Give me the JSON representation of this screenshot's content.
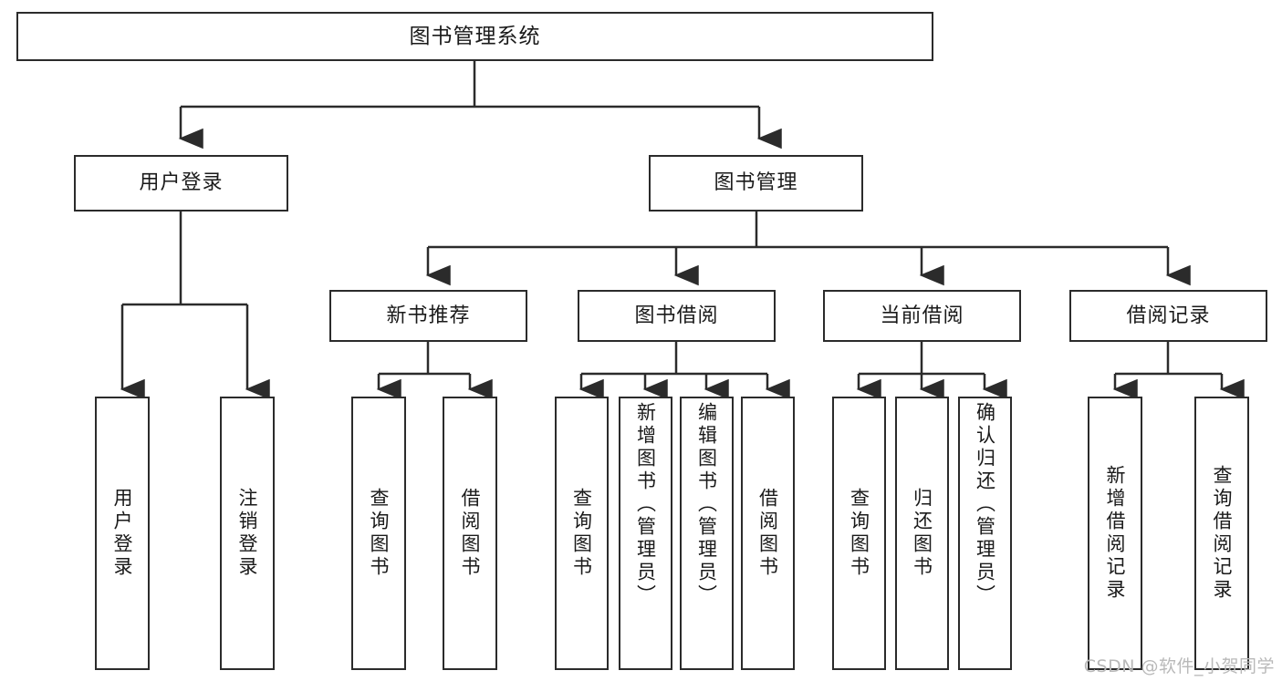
{
  "diagram": {
    "title": "图书管理系统",
    "watermark": "CSDN @软件_小贺同学",
    "line_color": "#2b2b2b",
    "box_fill": "#ffffff",
    "text_color": "#1a1a1a",
    "levels": {
      "root": {
        "label": "图书管理系统"
      },
      "level2": [
        {
          "label": "用户登录"
        },
        {
          "label": "图书管理"
        }
      ],
      "level3": [
        {
          "label": "新书推荐"
        },
        {
          "label": "图书借阅"
        },
        {
          "label": "当前借阅"
        },
        {
          "label": "借阅记录"
        }
      ],
      "leaves": {
        "user_login": [
          {
            "label": "用户登录"
          },
          {
            "label": "注销登录"
          }
        ],
        "new_book": [
          {
            "label": "查询图书"
          },
          {
            "label": "借阅图书"
          }
        ],
        "book_borrow": [
          {
            "label": "查询图书"
          },
          {
            "label": "新增图书（管理员）"
          },
          {
            "label": "编辑图书（管理员）"
          },
          {
            "label": "借阅图书"
          }
        ],
        "current_borrow": [
          {
            "label": "查询图书"
          },
          {
            "label": "归还图书"
          },
          {
            "label": "确认归还（管理员）"
          }
        ],
        "borrow_record": [
          {
            "label": "新增借阅记录"
          },
          {
            "label": "查询借阅记录"
          }
        ]
      }
    }
  }
}
